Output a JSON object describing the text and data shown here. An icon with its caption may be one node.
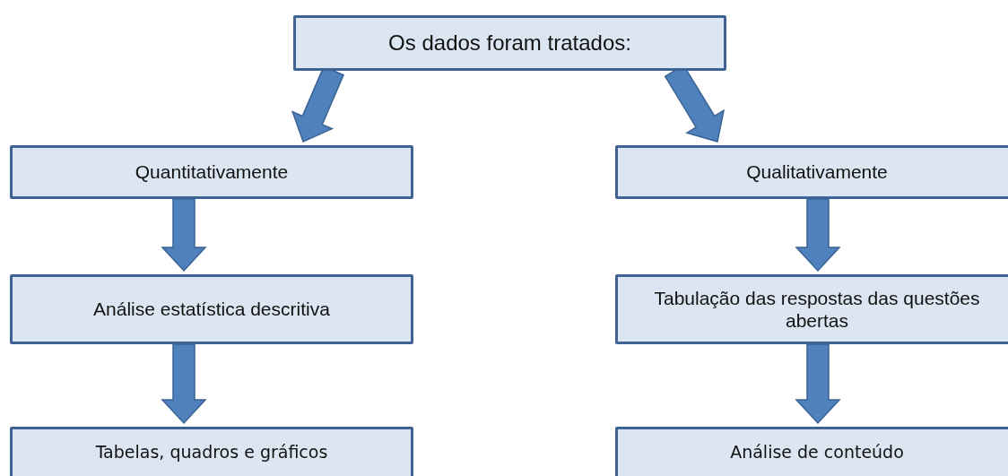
{
  "diagram": {
    "nodes": [
      {
        "text": [
          "Os dados foram tratados:"
        ]
      },
      {
        "text": [
          "Quantitativamente"
        ]
      },
      {
        "text": [
          "Qualitativamente"
        ]
      },
      {
        "text": [
          "Análise estatística descritiva"
        ]
      },
      {
        "text": [
          "Tabulação das respostas das questões abertas"
        ]
      },
      {
        "text": [
          "Tabelas, quadros e gráficos"
        ]
      },
      {
        "text": [
          "Análise de conteúdo"
        ]
      }
    ],
    "edges": [
      {
        "from": 0,
        "to": 1,
        "arrow": "to"
      },
      {
        "from": 0,
        "to": 2,
        "arrow": "to"
      },
      {
        "from": 1,
        "to": 3,
        "arrow": "to"
      },
      {
        "from": 3,
        "to": 5,
        "arrow": "to"
      },
      {
        "from": 2,
        "to": 4,
        "arrow": "to"
      },
      {
        "from": 4,
        "to": 6,
        "arrow": "to"
      }
    ]
  }
}
